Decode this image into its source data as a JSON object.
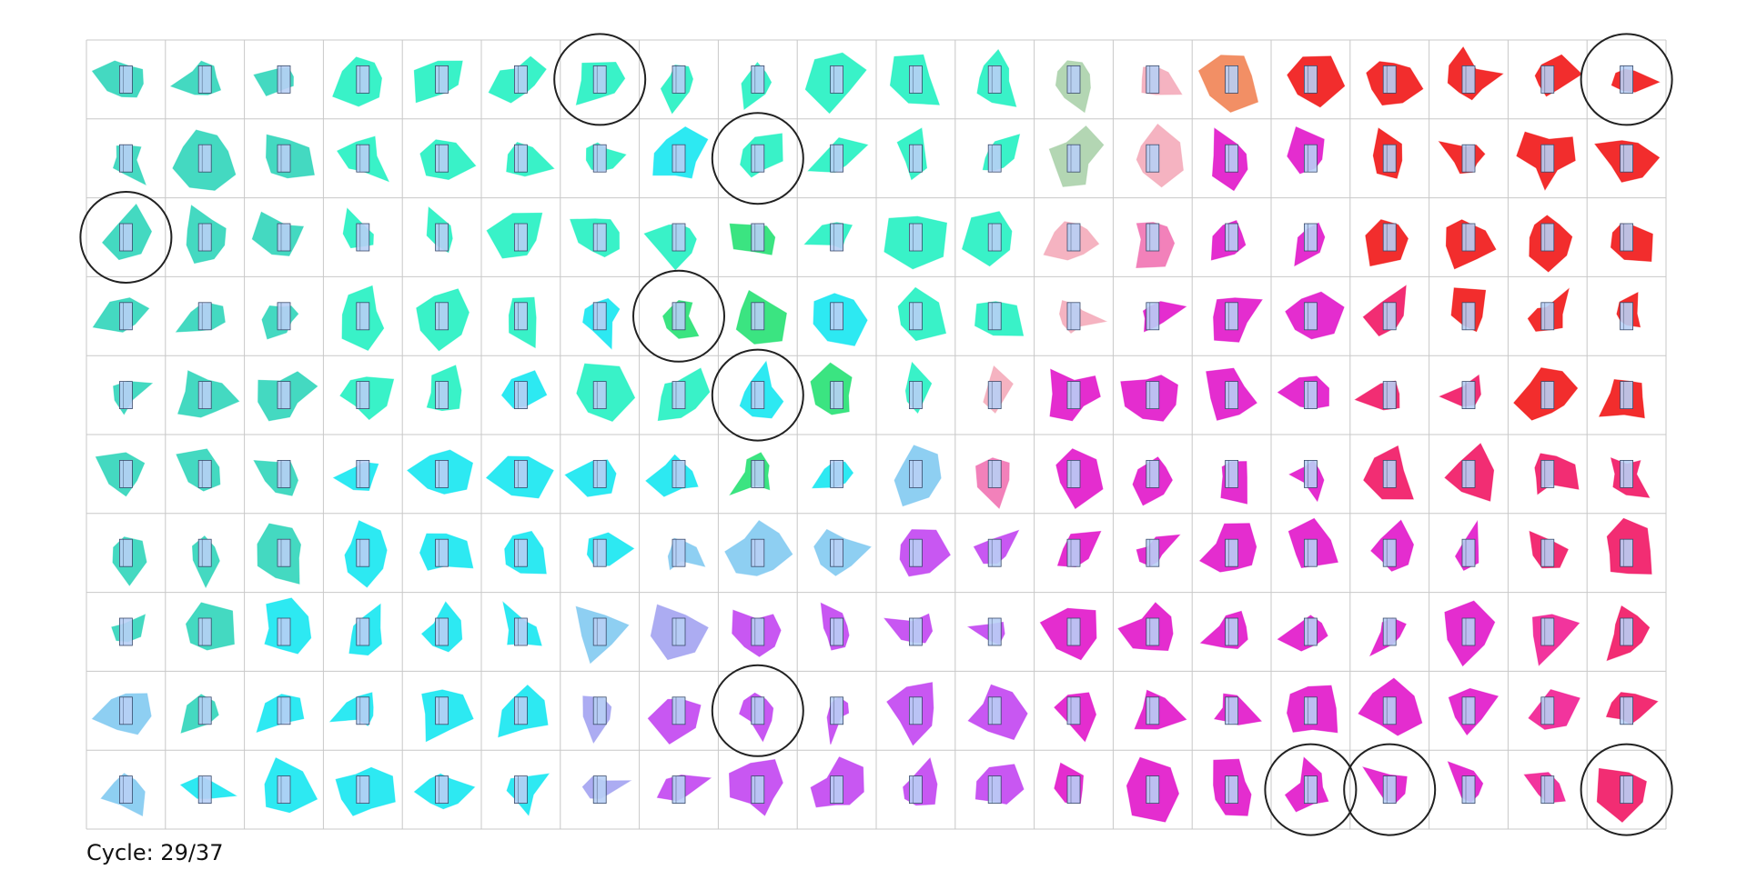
{
  "cycle": {
    "label": "Cycle: 29/37",
    "current": 29,
    "total": 37
  },
  "grid": {
    "rows": 10,
    "cols": 20
  },
  "colors": {
    "grid_line": "#c8c8c8",
    "core_fill": "#b8cff5",
    "core_stroke": "#3a4a6a",
    "highlight_ring": "#222222",
    "teal": "#2ad4b8",
    "mint": "#1ef0c0",
    "cyan": "#10e6f0",
    "sky": "#7ec8f0",
    "lavender": "#a0a0f0",
    "violet": "#c040f0",
    "magenta": "#e010c8",
    "pink": "#f01890",
    "rose": "#f070b0",
    "blush": "#f4a8b8",
    "sage": "#a8d0a8",
    "orange": "#f08050",
    "crimson": "#f01060",
    "red": "#f01010",
    "green": "#20e070"
  },
  "highlighted_cells": [
    {
      "row": 0,
      "col": 6
    },
    {
      "row": 0,
      "col": 19
    },
    {
      "row": 1,
      "col": 8
    },
    {
      "row": 2,
      "col": 0
    },
    {
      "row": 3,
      "col": 7
    },
    {
      "row": 4,
      "col": 8
    },
    {
      "row": 8,
      "col": 8
    },
    {
      "row": 9,
      "col": 15
    },
    {
      "row": 9,
      "col": 16
    },
    {
      "row": 9,
      "col": 19
    }
  ],
  "cells": [
    [
      "teal",
      "teal",
      "teal",
      "mint",
      "mint",
      "mint",
      "mint",
      "mint",
      "mint",
      "mint",
      "mint",
      "mint",
      "sage",
      "blush",
      "orange",
      "red",
      "red",
      "red",
      "red",
      "red"
    ],
    [
      "teal",
      "teal",
      "teal",
      "mint",
      "mint",
      "mint",
      "mint",
      "cyan",
      "mint",
      "mint",
      "mint",
      "mint",
      "sage",
      "blush",
      "magenta",
      "magenta",
      "red",
      "red",
      "red",
      "red"
    ],
    [
      "teal",
      "teal",
      "teal",
      "mint",
      "mint",
      "mint",
      "mint",
      "mint",
      "green",
      "mint",
      "mint",
      "mint",
      "blush",
      "rose",
      "magenta",
      "magenta",
      "red",
      "red",
      "red",
      "red"
    ],
    [
      "teal",
      "teal",
      "teal",
      "mint",
      "mint",
      "mint",
      "cyan",
      "green",
      "green",
      "cyan",
      "mint",
      "mint",
      "blush",
      "magenta",
      "magenta",
      "magenta",
      "crimson",
      "red",
      "red",
      "red"
    ],
    [
      "teal",
      "teal",
      "teal",
      "mint",
      "mint",
      "cyan",
      "mint",
      "mint",
      "cyan",
      "green",
      "mint",
      "blush",
      "magenta",
      "magenta",
      "magenta",
      "magenta",
      "crimson",
      "crimson",
      "red",
      "red"
    ],
    [
      "teal",
      "teal",
      "teal",
      "cyan",
      "cyan",
      "cyan",
      "cyan",
      "cyan",
      "green",
      "cyan",
      "sky",
      "rose",
      "magenta",
      "magenta",
      "magenta",
      "magenta",
      "crimson",
      "crimson",
      "crimson",
      "crimson"
    ],
    [
      "teal",
      "teal",
      "teal",
      "cyan",
      "cyan",
      "cyan",
      "cyan",
      "sky",
      "sky",
      "sky",
      "violet",
      "violet",
      "magenta",
      "magenta",
      "magenta",
      "magenta",
      "magenta",
      "magenta",
      "crimson",
      "crimson"
    ],
    [
      "teal",
      "teal",
      "cyan",
      "cyan",
      "cyan",
      "cyan",
      "sky",
      "lavender",
      "violet",
      "violet",
      "violet",
      "violet",
      "magenta",
      "magenta",
      "magenta",
      "magenta",
      "magenta",
      "magenta",
      "pink",
      "crimson"
    ],
    [
      "sky",
      "teal",
      "cyan",
      "cyan",
      "cyan",
      "cyan",
      "lavender",
      "violet",
      "violet",
      "violet",
      "violet",
      "violet",
      "magenta",
      "magenta",
      "magenta",
      "magenta",
      "magenta",
      "magenta",
      "pink",
      "crimson"
    ],
    [
      "sky",
      "cyan",
      "cyan",
      "cyan",
      "cyan",
      "cyan",
      "lavender",
      "violet",
      "violet",
      "violet",
      "violet",
      "violet",
      "magenta",
      "magenta",
      "magenta",
      "magenta",
      "magenta",
      "magenta",
      "pink",
      "crimson"
    ]
  ]
}
